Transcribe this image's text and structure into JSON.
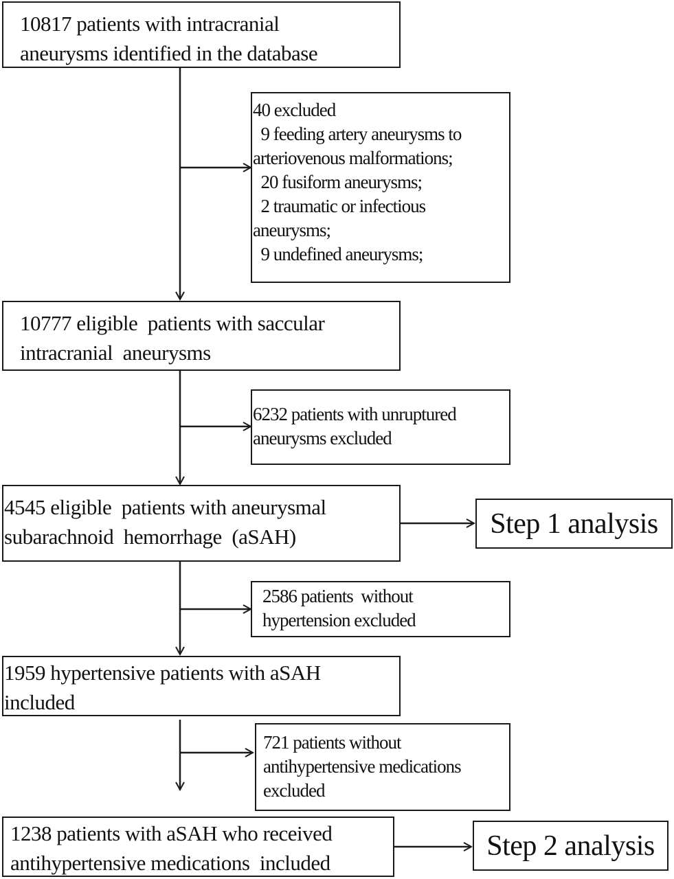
{
  "boxes": {
    "b1": {
      "lines": [
        "10817 patients with intracranial",
        "aneurysms identified in the database"
      ]
    },
    "ex1": {
      "lines": [
        "40 excluded",
        "  9 feeding artery aneurysms to",
        "arteriovenous malformations;",
        "  20 fusiform aneurysms;",
        "  2 traumatic or infectious",
        "aneurysms;",
        "  9 undefined aneurysms;"
      ]
    },
    "b2": {
      "lines": [
        "10777 eligible  patients with saccular",
        "intracranial  aneurysms"
      ]
    },
    "ex2": {
      "lines": [
        "6232 patients with unruptured",
        "aneurysms excluded"
      ]
    },
    "b3": {
      "lines": [
        "4545 eligible  patients with aneurysmal",
        "subarachnoid  hemorrhage  (aSAH)"
      ]
    },
    "step1": {
      "label": "Step 1 analysis"
    },
    "ex3": {
      "lines": [
        "2586 patients  without",
        "hypertension excluded"
      ]
    },
    "b4": {
      "lines": [
        "1959 hypertensive patients with aSAH",
        "included"
      ]
    },
    "ex4": {
      "lines": [
        "721 patients without",
        "antihypertensive medications",
        "excluded"
      ]
    },
    "b5": {
      "lines": [
        "1238 patients with aSAH who received",
        "antihypertensive medications  included"
      ]
    },
    "step2": {
      "label": "Step 2 analysis"
    }
  }
}
